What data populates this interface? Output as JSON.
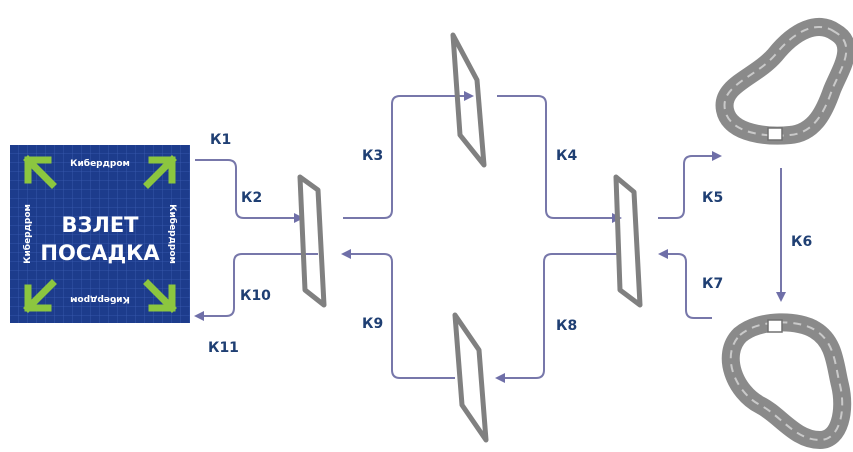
{
  "colors": {
    "pad_fill": "#1d3c8c",
    "pad_grid": "#3a5cb0",
    "pad_arrow": "#8cc63f",
    "route_line": "#7777aa",
    "gate_frame": "#808080",
    "track_outer": "#8a8a8a",
    "track_inner": "#c9c9c9",
    "label_text": "#1f3f73"
  },
  "pad": {
    "title_line1": "ВЗЛЕТ",
    "title_line2": "ПОСАДКА",
    "brand": "Кибердром"
  },
  "segments": {
    "k1": "К1",
    "k2": "К2",
    "k3": "К3",
    "k4": "К4",
    "k5": "К5",
    "k6": "К6",
    "k7": "К7",
    "k8": "К8",
    "k9": "К9",
    "k10": "К10",
    "k11": "К11"
  }
}
